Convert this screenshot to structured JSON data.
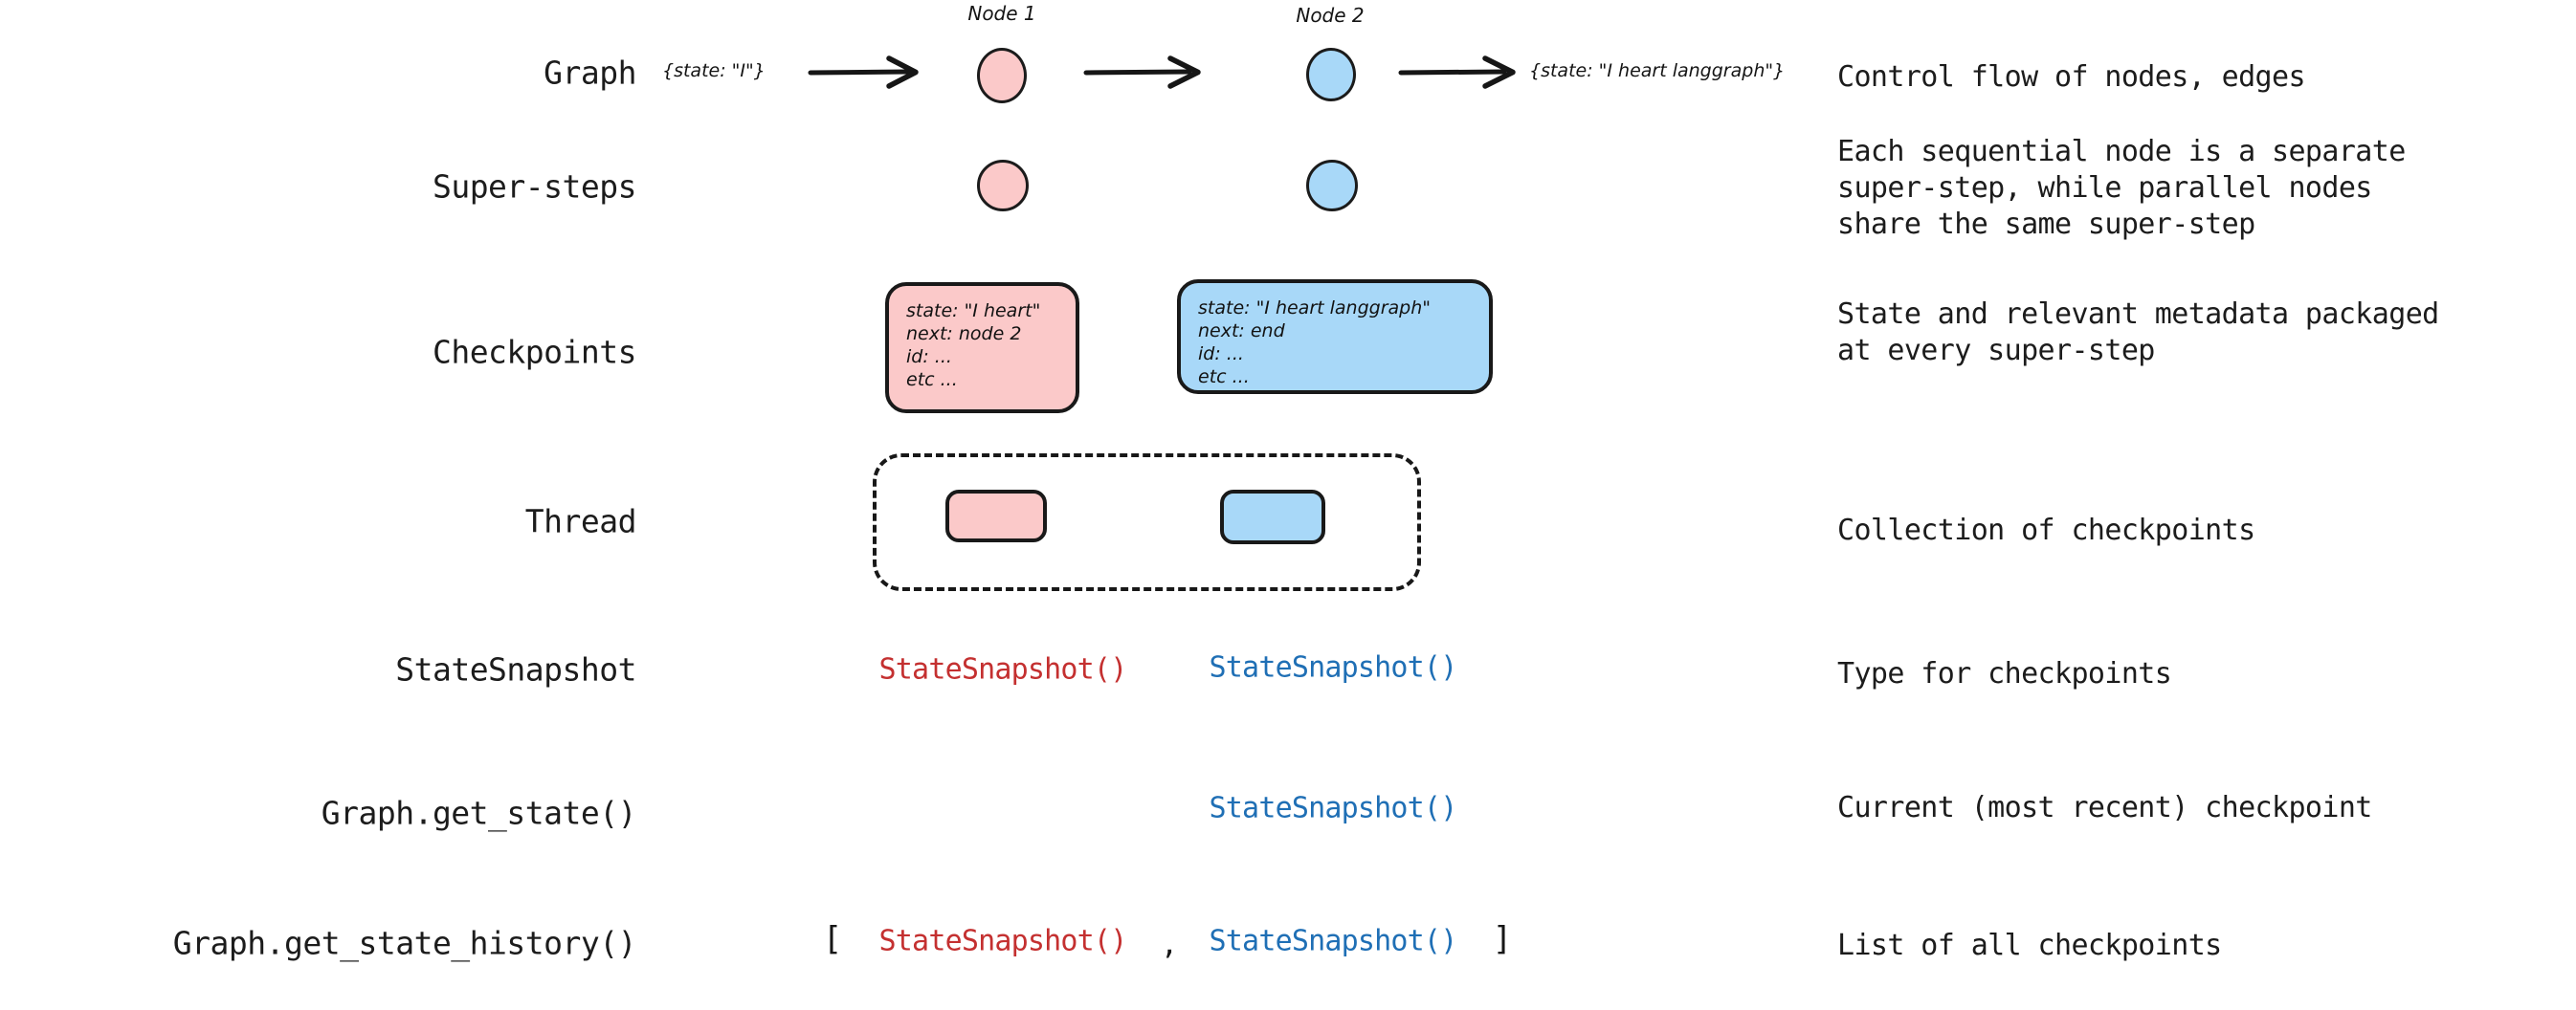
{
  "rows": [
    {
      "label": "Graph",
      "desc": "Control flow of nodes, edges"
    },
    {
      "label": "Super-steps",
      "desc": "Each sequential node is a separate\nsuper-step, while parallel nodes\nshare the same super-step"
    },
    {
      "label": "Checkpoints",
      "desc": "State and relevant metadata packaged\nat every super-step"
    },
    {
      "label": "Thread",
      "desc": "Collection of checkpoints"
    },
    {
      "label": "StateSnapshot",
      "desc": "Type for checkpoints"
    },
    {
      "label": "Graph.get_state()",
      "desc": "Current (most recent) checkpoint"
    },
    {
      "label": "Graph.get_state_history()",
      "desc": "List of all checkpoints"
    }
  ],
  "graph_row": {
    "input_state": "{state: \"I\"}",
    "output_state": "{state: \"I heart langgraph\"}",
    "node1_caption": "Node 1",
    "node2_caption": "Node 2"
  },
  "checkpoints": {
    "node1": {
      "lines": [
        "state: \"I heart\"",
        "next: node 2",
        "id: ...",
        "etc ..."
      ]
    },
    "node2": {
      "lines": [
        "state: \"I heart langgraph\"",
        "next: end",
        "id: ...",
        "etc ..."
      ]
    }
  },
  "snapshots": {
    "statesnapshot_label": "StateSnapshot()",
    "open_bracket": "[",
    "close_bracket": "]",
    "separator": ","
  },
  "colors": {
    "pink_fill": "#fbc9c9",
    "blue_fill": "#a8d8f8",
    "snapshot_red": "#c43030",
    "snapshot_blue": "#1f6fb5",
    "stroke": "#191919",
    "background": "#ffffff"
  }
}
